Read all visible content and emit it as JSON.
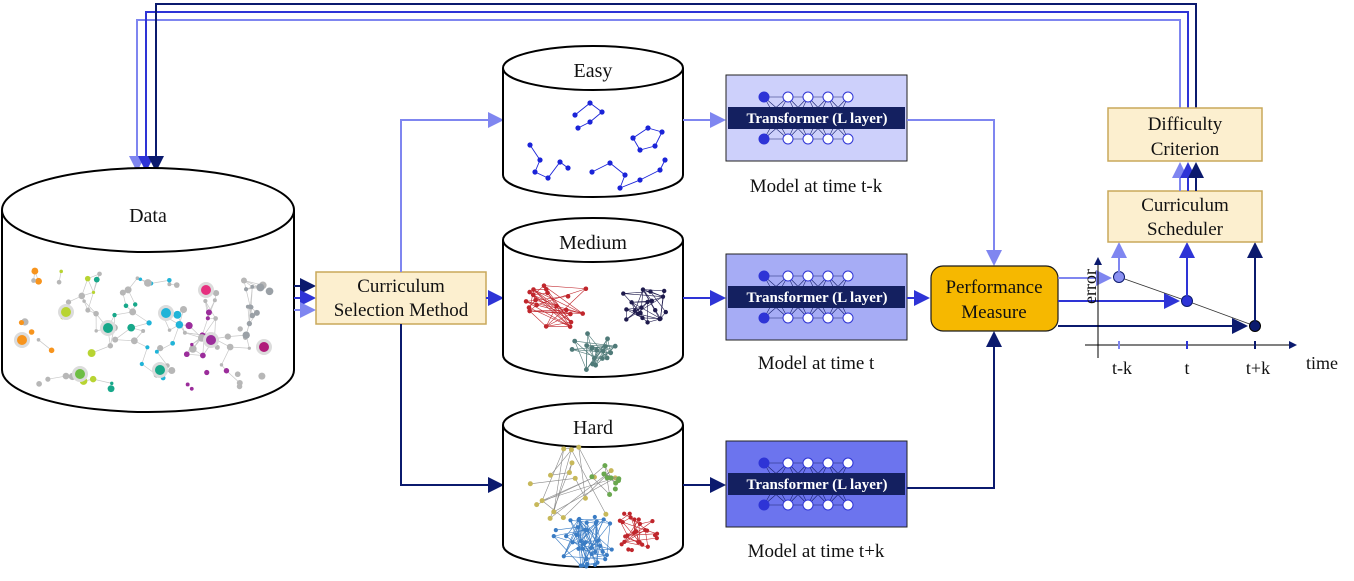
{
  "data_store": {
    "label": "Data"
  },
  "selection": {
    "line1": "Curriculum",
    "line2": "Selection Method"
  },
  "difficulty": {
    "easy": {
      "label": "Easy"
    },
    "medium": {
      "label": "Medium"
    },
    "hard": {
      "label": "Hard"
    }
  },
  "models": {
    "transformer_label": "Transformer (L layer)",
    "captions": [
      "Model at time t-k",
      "Model at time t",
      "Model at time t+k"
    ]
  },
  "performance": {
    "line1": "Performance",
    "line2": "Measure"
  },
  "scheduler": {
    "line1": "Curriculum",
    "line2": "Scheduler"
  },
  "criterion": {
    "line1": "Difficulty",
    "line2": "Criterion"
  },
  "plot": {
    "ylabel": "error",
    "xlabel": "time",
    "ticks": [
      "t-k",
      "t",
      "t+k"
    ]
  },
  "colors": {
    "light_blue": "#7f86f0",
    "mid_blue": "#2e34d6",
    "dark_blue": "#0b1a6e",
    "cream": "#fcefcf",
    "cream_border": "#c9a85a",
    "perf_fill": "#f6b800",
    "transformer_bar": "#142060"
  }
}
